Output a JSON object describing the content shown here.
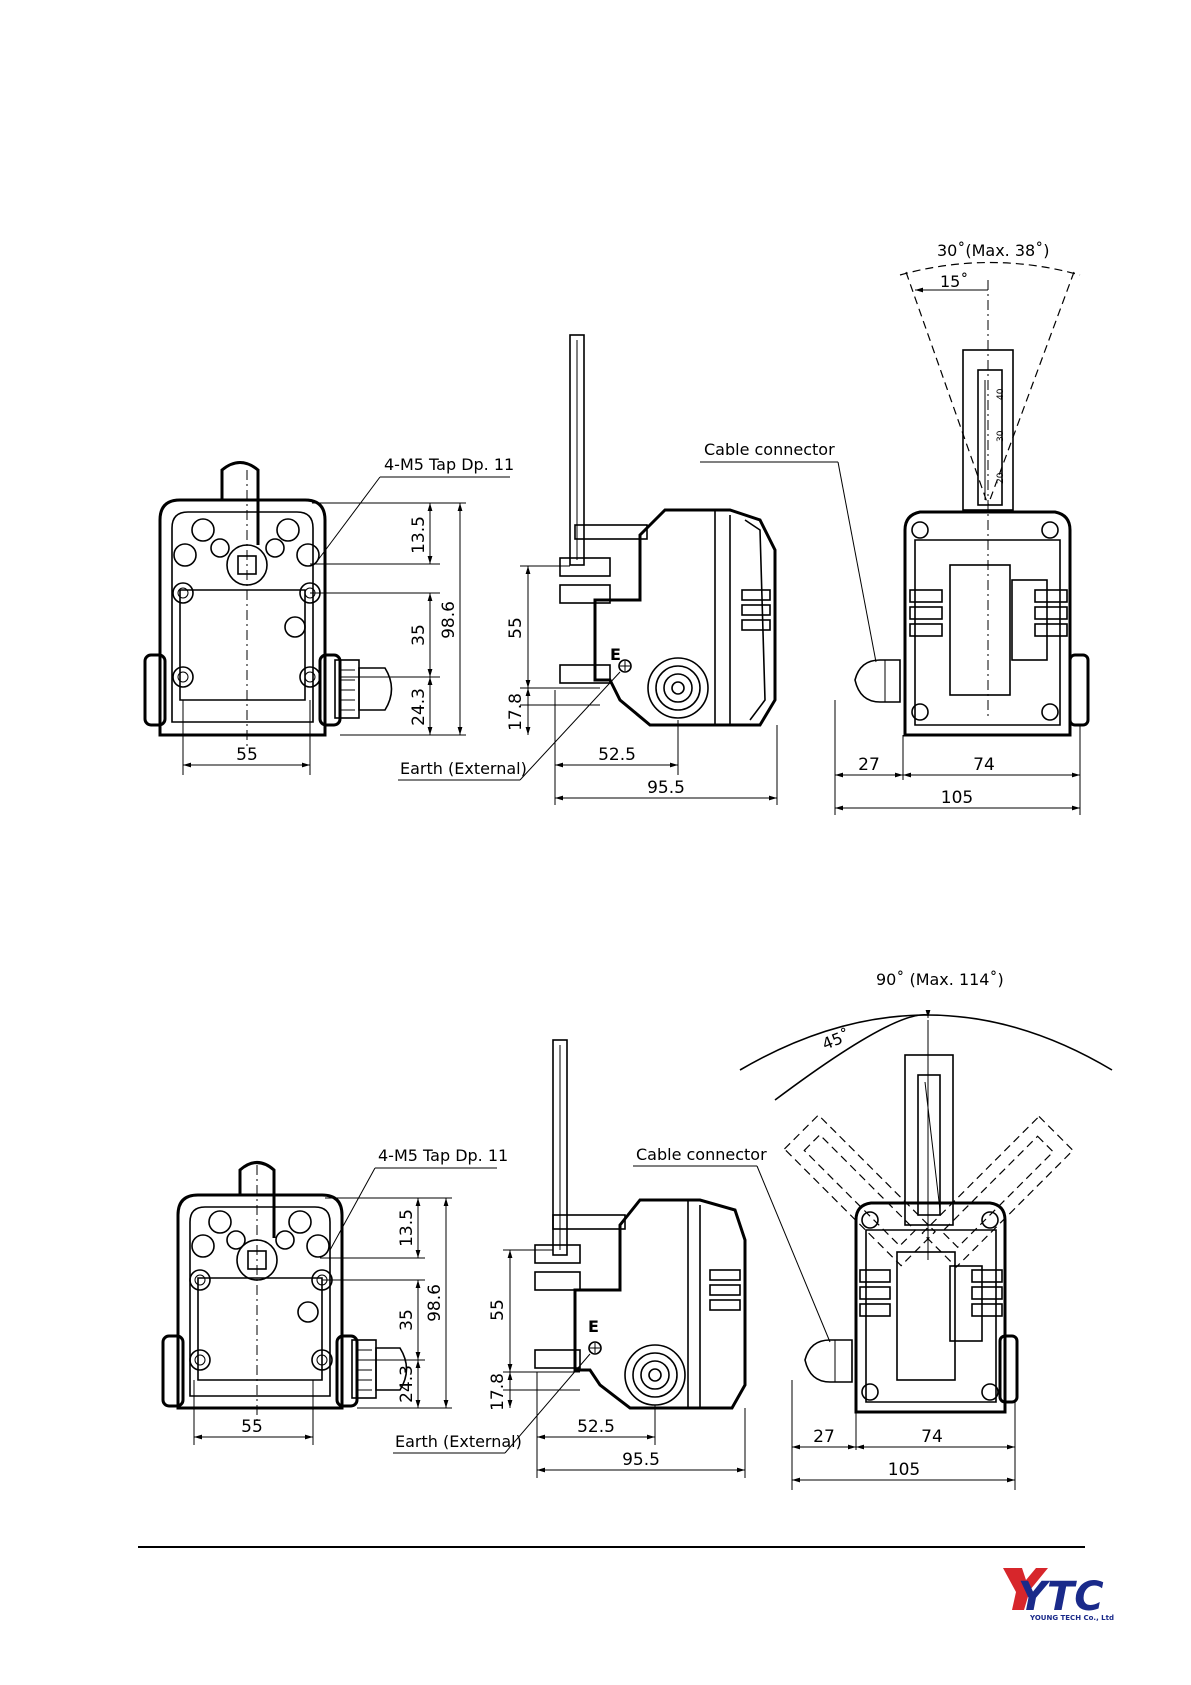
{
  "drawing_top": {
    "angle_total": "30˚(Max. 38˚)",
    "angle_half": "15˚",
    "tap_label": "4-M5 Tap Dp. 11",
    "cable_label": "Cable connector",
    "earth_label": "Earth (External)",
    "earth_mark": "E",
    "scale_ticks": [
      "40",
      "30",
      "20"
    ],
    "front": {
      "dim_13_5": "13.5",
      "dim_35": "35",
      "dim_98_6": "98.6",
      "dim_24_3": "24.3",
      "dim_55": "55"
    },
    "side": {
      "dim_55": "55",
      "dim_17_8": "17.8",
      "dim_52_5": "52.5",
      "dim_95_5": "95.5"
    },
    "rear": {
      "dim_27": "27",
      "dim_74": "74",
      "dim_105": "105"
    }
  },
  "drawing_bottom": {
    "angle_total": "90˚ (Max. 114˚)",
    "angle_half": "45˚",
    "tap_label": "4-M5 Tap Dp. 11",
    "cable_label": "Cable connector",
    "earth_label": "Earth (External)",
    "earth_mark": "E",
    "front": {
      "dim_13_5": "13.5",
      "dim_35": "35",
      "dim_98_6": "98.6",
      "dim_24_3": "24.3",
      "dim_55": "55"
    },
    "side": {
      "dim_55": "55",
      "dim_17_8": "17.8",
      "dim_52_5": "52.5",
      "dim_95_5": "95.5"
    },
    "rear": {
      "dim_27": "27",
      "dim_74": "74",
      "dim_105": "105"
    }
  },
  "footer": {
    "logo_text": "YTC",
    "company": "YOUNG TECH Co., Ltd",
    "brand_color": "#1a2a8a"
  }
}
